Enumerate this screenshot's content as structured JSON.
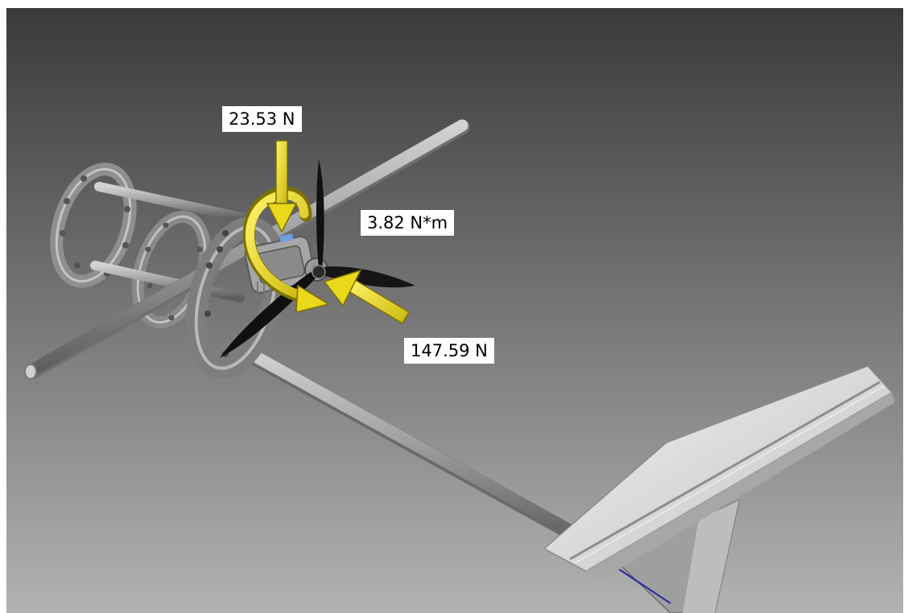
{
  "labels": {
    "vertical_force": "23.53 N",
    "torque": "3.82 N*m",
    "axial_force": "147.59 N"
  },
  "colors": {
    "background_top": "#3b3b3b",
    "background_bottom": "#aeaeae",
    "arrow": "#f0e01e",
    "propeller": "#111111",
    "metal": "#9a9a9a",
    "fin": "#d8d8d8"
  }
}
